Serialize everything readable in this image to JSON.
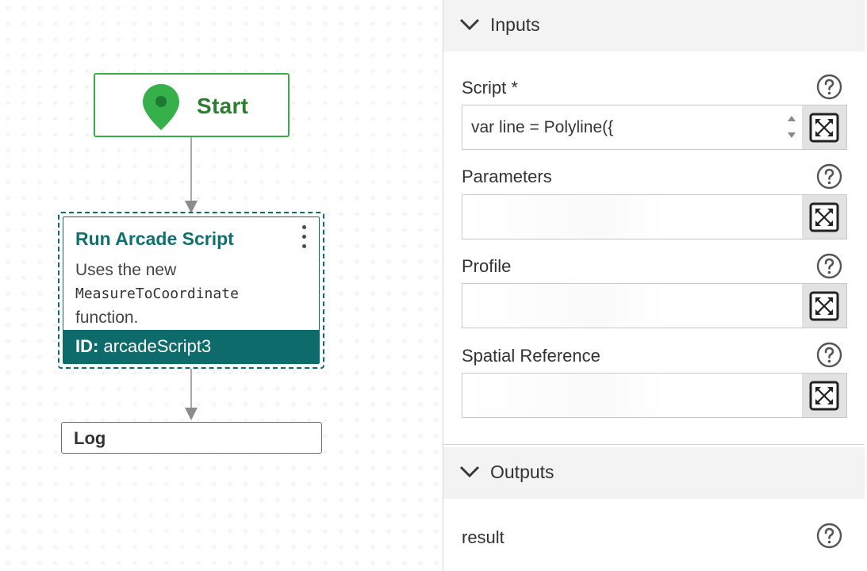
{
  "canvas": {
    "start": {
      "label": "Start"
    },
    "script_node": {
      "title": "Run Arcade Script",
      "desc_line1": "Uses the new",
      "desc_code": "MeasureToCoordinate",
      "desc_line3": "function.",
      "id_label": "ID:",
      "id_value": "arcadeScript3"
    },
    "log_node": {
      "label": "Log"
    }
  },
  "panel": {
    "inputs_header": "Inputs",
    "outputs_header": "Outputs",
    "fields": {
      "script": {
        "label": "Script *",
        "value": "var line = Polyline({"
      },
      "parameters": {
        "label": "Parameters",
        "value": ""
      },
      "profile": {
        "label": "Profile",
        "value": ""
      },
      "spatial_reference": {
        "label": "Spatial Reference",
        "value": ""
      }
    },
    "outputs": {
      "result_label": "result"
    }
  },
  "colors": {
    "start_green": "#35ac46",
    "teal": "#0e6b6b",
    "panel_header_bg": "#f3f3f3"
  },
  "icons": [
    "map-pin-icon",
    "kebab-menu-icon",
    "chevron-down-icon",
    "help-circle-icon",
    "expression-builder-icon",
    "stepper-arrows-icon"
  ]
}
